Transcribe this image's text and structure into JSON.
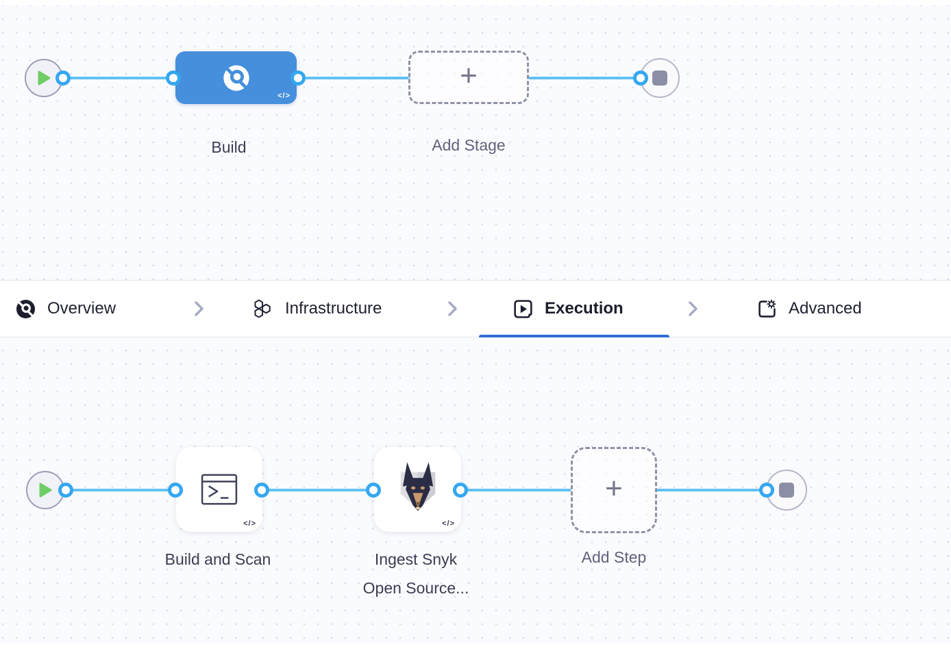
{
  "pipeline_stage_canvas": {
    "stage": {
      "label": "Build",
      "code_badge": "</>"
    },
    "add_stage": {
      "label": "Add Stage",
      "plus": "+"
    }
  },
  "tab_bar": {
    "tabs": [
      {
        "label": "Overview",
        "icon": "ci-build-icon",
        "active": false
      },
      {
        "label": "Infrastructure",
        "icon": "hexagons-icon",
        "active": false
      },
      {
        "label": "Execution",
        "icon": "play-square-icon",
        "active": true
      },
      {
        "label": "Advanced",
        "icon": "gear-square-icon",
        "active": false
      }
    ],
    "separator": "chevron-right"
  },
  "execution_canvas": {
    "steps": [
      {
        "label": "Build and Scan",
        "icon": "terminal-icon",
        "code_badge": "</>"
      },
      {
        "label": "Ingest Snyk Open Source...",
        "label_lines": [
          "Ingest Snyk",
          "Open Source..."
        ],
        "icon": "snyk-doberman-icon",
        "code_badge": "</>"
      }
    ],
    "add_step": {
      "label": "Add Step",
      "plus": "+"
    }
  },
  "colors": {
    "stage_node_blue": "#458fdc",
    "connector_blue": "#62c1f2",
    "port_ring_blue": "#35a7f0",
    "active_tab_underline": "#2f6fd6",
    "play_triangle_green": "#6fcd66",
    "stop_square_slate": "#8c8ea6",
    "canvas_background": "#fafbfe"
  }
}
